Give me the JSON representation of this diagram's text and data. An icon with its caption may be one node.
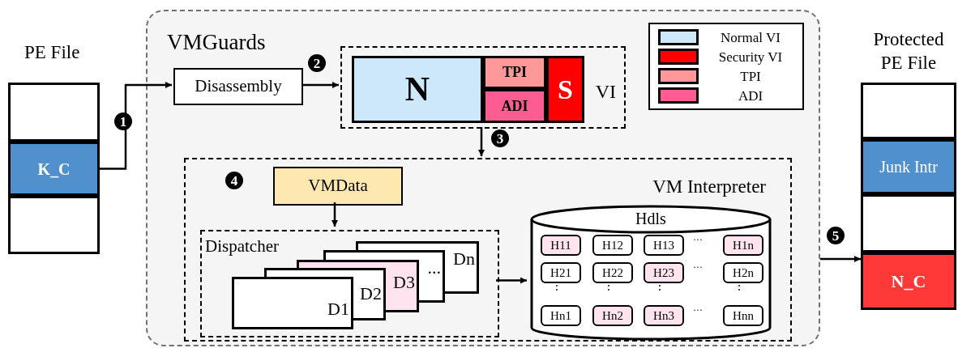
{
  "diagram": {
    "nodes": [
      {
        "text": [
          "VMGuards"
        ]
      },
      {
        "text": [],
        "shape": "box",
        "beside": [
          "PE File"
        ]
      },
      {
        "text": [
          "K_C"
        ]
      },
      {
        "text": [],
        "shape": "box"
      },
      {
        "text": [
          "Disassembly"
        ],
        "in": 0
      },
      {
        "text": [
          "VI"
        ],
        "in": 0
      },
      {
        "text": [
          "N"
        ],
        "in": 5
      },
      {
        "text": [
          "TPI"
        ],
        "in": 5
      },
      {
        "text": [
          "ADI"
        ],
        "in": 5
      },
      {
        "text": [
          "S"
        ],
        "in": 5
      },
      {
        "text": [
          "VM Interpreter"
        ],
        "in": 0
      },
      {
        "text": [
          "VMData"
        ],
        "in": 10
      },
      {
        "text": [
          "Dispatcher"
        ],
        "in": 10
      },
      {
        "text": [
          "D1"
        ],
        "in": 12
      },
      {
        "text": [
          "D2"
        ],
        "in": 12
      },
      {
        "text": [
          "D3"
        ],
        "in": 12
      },
      {
        "text": [
          "..."
        ],
        "in": 12
      },
      {
        "text": [
          "Dn"
        ],
        "in": 12
      },
      {
        "text": [
          "Hdls"
        ],
        "in": 10
      },
      {
        "text": [
          "H11"
        ],
        "in": 18
      },
      {
        "text": [
          "H12"
        ],
        "in": 18
      },
      {
        "text": [
          "H13"
        ],
        "in": 18
      },
      {
        "text": [
          "H1n"
        ],
        "in": 18
      },
      {
        "text": [
          "H21"
        ],
        "in": 18
      },
      {
        "text": [
          "H22"
        ],
        "in": 18
      },
      {
        "text": [
          "H23"
        ],
        "in": 18
      },
      {
        "text": [
          "H2n"
        ],
        "in": 18
      },
      {
        "text": [
          "Hn1"
        ],
        "in": 18
      },
      {
        "text": [
          "Hn2"
        ],
        "in": 18
      },
      {
        "text": [
          "Hn3"
        ],
        "in": 18
      },
      {
        "text": [
          "Hnn"
        ],
        "in": 18
      },
      {
        "text": [],
        "shape": "box",
        "beside": [
          "Protected PE File"
        ]
      },
      {
        "text": [
          "Junk Intr"
        ]
      },
      {
        "text": [],
        "shape": "box"
      },
      {
        "text": [
          "N_C"
        ]
      }
    ],
    "edges": [
      {
        "from": 2,
        "to": 4,
        "arrow": "to"
      },
      {
        "from": 4,
        "to": 5,
        "arrow": "to"
      },
      {
        "from": 5,
        "to": 10,
        "arrow": "to"
      },
      {
        "from": 11,
        "to": 12,
        "arrow": "to"
      },
      {
        "from": 12,
        "to": 18,
        "arrow": "to"
      },
      {
        "from": 0,
        "to": 34,
        "arrow": "to"
      }
    ],
    "labels": [
      "1",
      "2",
      "3",
      "4",
      "5",
      "···",
      "···",
      "⋮",
      "⋮",
      "⋮",
      "⋮",
      "···"
    ],
    "legend": [
      {
        "text": "Normal VI",
        "color": "#cde9f9"
      },
      {
        "text": "Security VI",
        "color": "#ff0000"
      },
      {
        "text": "TPI",
        "color": "#ff9999"
      },
      {
        "text": "ADI",
        "color": "#ff5c93"
      }
    ]
  }
}
